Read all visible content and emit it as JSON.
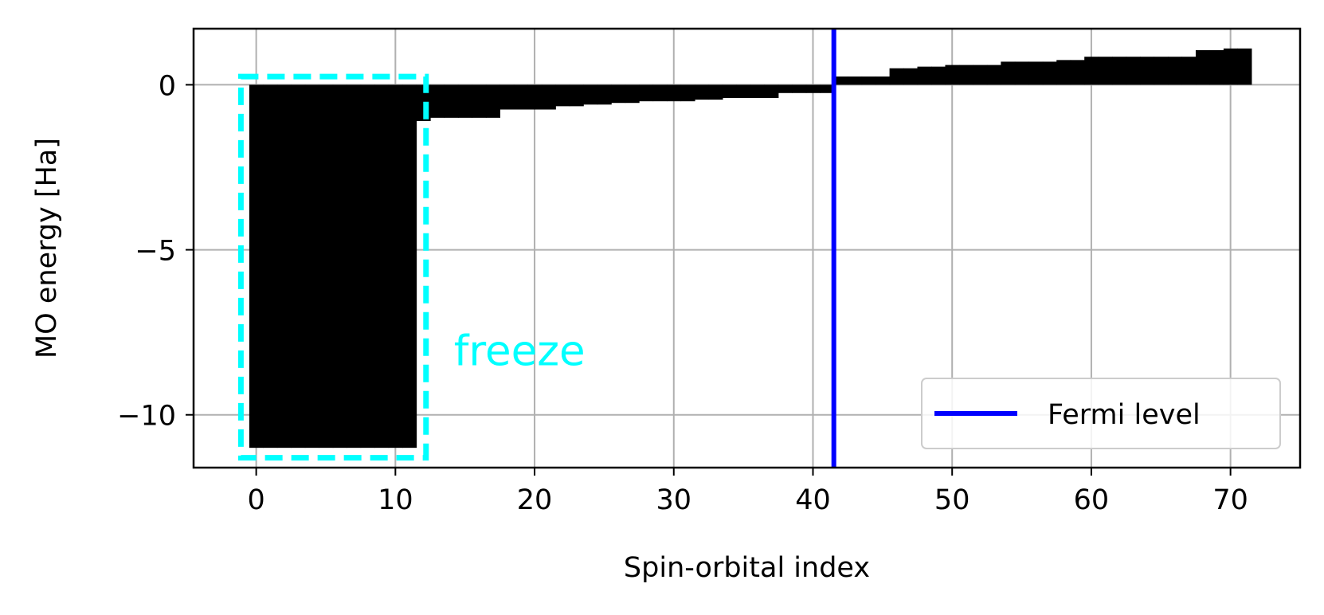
{
  "chart_data": {
    "type": "bar",
    "title": "",
    "xlabel": "Spin-orbital index",
    "ylabel": "MO energy [Ha]",
    "xlim": [
      -4.5,
      75
    ],
    "ylim": [
      -11.6,
      1.7
    ],
    "xticks": [
      0,
      10,
      20,
      30,
      40,
      50,
      60,
      70
    ],
    "yticks": [
      0,
      -5,
      -10
    ],
    "grid": true,
    "bar_color": "#000000",
    "x": [
      0,
      1,
      2,
      3,
      4,
      5,
      6,
      7,
      8,
      9,
      10,
      11,
      12,
      13,
      14,
      15,
      16,
      17,
      18,
      19,
      20,
      21,
      22,
      23,
      24,
      25,
      26,
      27,
      28,
      29,
      30,
      31,
      32,
      33,
      34,
      35,
      36,
      37,
      38,
      39,
      40,
      41,
      42,
      43,
      44,
      45,
      46,
      47,
      48,
      49,
      50,
      51,
      52,
      53,
      54,
      55,
      56,
      57,
      58,
      59,
      60,
      61,
      62,
      63,
      64,
      65,
      66,
      67,
      68,
      69,
      70,
      71
    ],
    "values": [
      -11,
      -11,
      -11,
      -11,
      -11,
      -11,
      -11,
      -11,
      -11,
      -11,
      -11,
      -11,
      -1.1,
      -1.0,
      -1.0,
      -1.0,
      -1.0,
      -1.0,
      -0.75,
      -0.75,
      -0.75,
      -0.75,
      -0.65,
      -0.65,
      -0.6,
      -0.6,
      -0.55,
      -0.55,
      -0.5,
      -0.5,
      -0.5,
      -0.5,
      -0.45,
      -0.45,
      -0.4,
      -0.4,
      -0.4,
      -0.4,
      -0.25,
      -0.25,
      -0.25,
      -0.25,
      0.25,
      0.25,
      0.25,
      0.25,
      0.5,
      0.5,
      0.55,
      0.55,
      0.6,
      0.6,
      0.6,
      0.6,
      0.7,
      0.7,
      0.7,
      0.7,
      0.75,
      0.75,
      0.85,
      0.85,
      0.85,
      0.85,
      0.85,
      0.85,
      0.85,
      0.85,
      1.05,
      1.05,
      1.1,
      1.1
    ],
    "fermi_level": {
      "x": 41.5,
      "label": "Fermi level",
      "color": "#0000ff"
    },
    "freeze_region": {
      "x0": -1.1,
      "x1": 12.2,
      "y0": -11.3,
      "y1": 0.25,
      "label": "freeze",
      "color": "#00ffff",
      "label_x": 14.2,
      "label_y": -8.5
    },
    "legend": {
      "position": "lower right",
      "entries": [
        "Fermi level"
      ]
    }
  }
}
